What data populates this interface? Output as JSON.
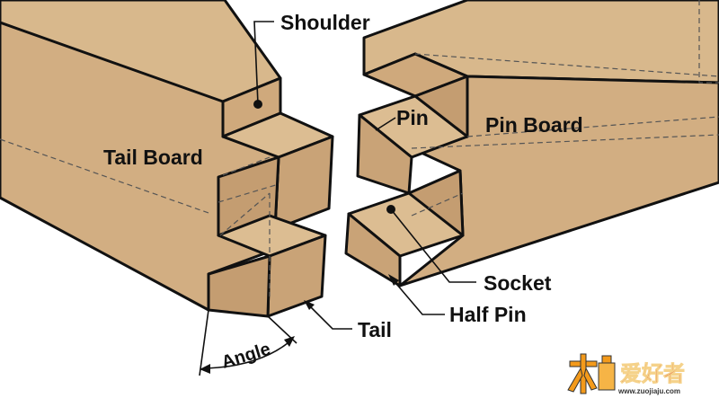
{
  "labels": {
    "shoulder": "Shoulder",
    "tail_board": "Tail Board",
    "pin": "Pin",
    "pin_board": "Pin Board",
    "socket": "Socket",
    "half_pin": "Half Pin",
    "tail": "Tail",
    "angle": "Angle"
  },
  "watermark": {
    "brand": "爱好者",
    "url": "www.zuojiaju.com"
  },
  "colors": {
    "wood_top": "#d8b88c",
    "wood_face": "#d2ae82",
    "wood_side": "#c9a377",
    "wood_dark": "#bf986b",
    "outline": "#111111",
    "watermark_orange": "#f39a1b",
    "watermark_red": "#d62b1e"
  }
}
